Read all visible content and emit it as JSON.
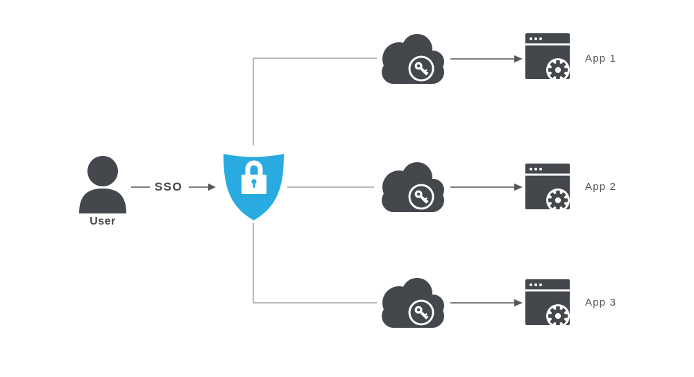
{
  "diagram": {
    "type": "sso-flow-diagram",
    "background": "#FFFFFF",
    "colors": {
      "icon_dark": "#44484C",
      "shield_blue": "#29ABE2",
      "connector_light": "#B7B9BB",
      "connector_dark": "#7A7C7F",
      "arrowhead": "#55575B",
      "app_label_gray": "#515458"
    },
    "user": {
      "label": "User",
      "icon": "user-icon"
    },
    "sso": {
      "label": "SSO"
    },
    "identity_provider": {
      "icon": "shield-lock-icon",
      "color": "#29ABE2"
    },
    "cloud_icon": "cloud-key-icon",
    "app_icon": "app-window-gear-icon",
    "apps": [
      {
        "label": "App 1"
      },
      {
        "label": "App 2"
      },
      {
        "label": "App 3"
      }
    ]
  }
}
